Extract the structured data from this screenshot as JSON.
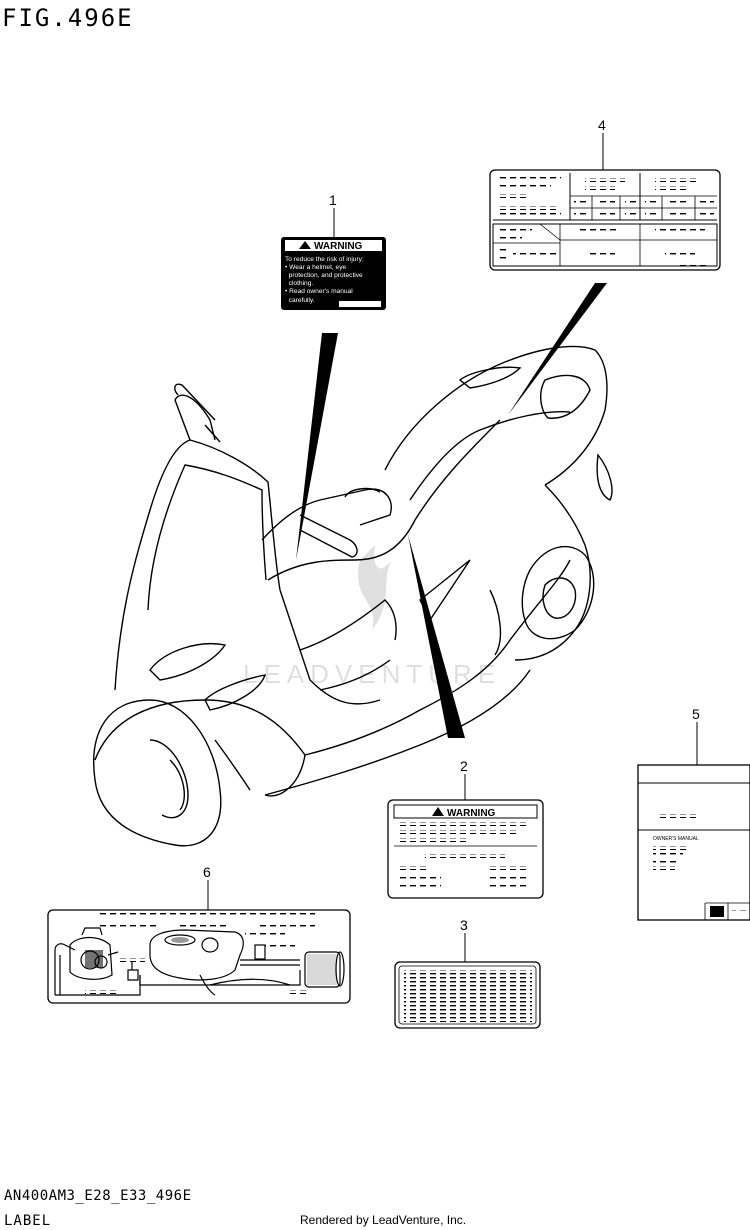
{
  "figure": {
    "title": "FIG.496E",
    "code": "AN400AM3_E28_E33_496E",
    "section": "LABEL",
    "credit": "Rendered by LeadVenture, Inc.",
    "watermark": "LEADVENTURE"
  },
  "callouts": [
    "1",
    "2",
    "3",
    "4",
    "5",
    "6"
  ],
  "label1": {
    "heading": "WARNING",
    "lines": [
      "To reduce the risk of injury:",
      "• Wear a helmet, eye",
      "  protection, and protective",
      "  clothing.",
      "• Read owner's manual",
      "  carefully."
    ]
  },
  "label2": {
    "heading": "WARNING"
  },
  "label5": {
    "manual_title": "OWNER'S MANUAL"
  }
}
